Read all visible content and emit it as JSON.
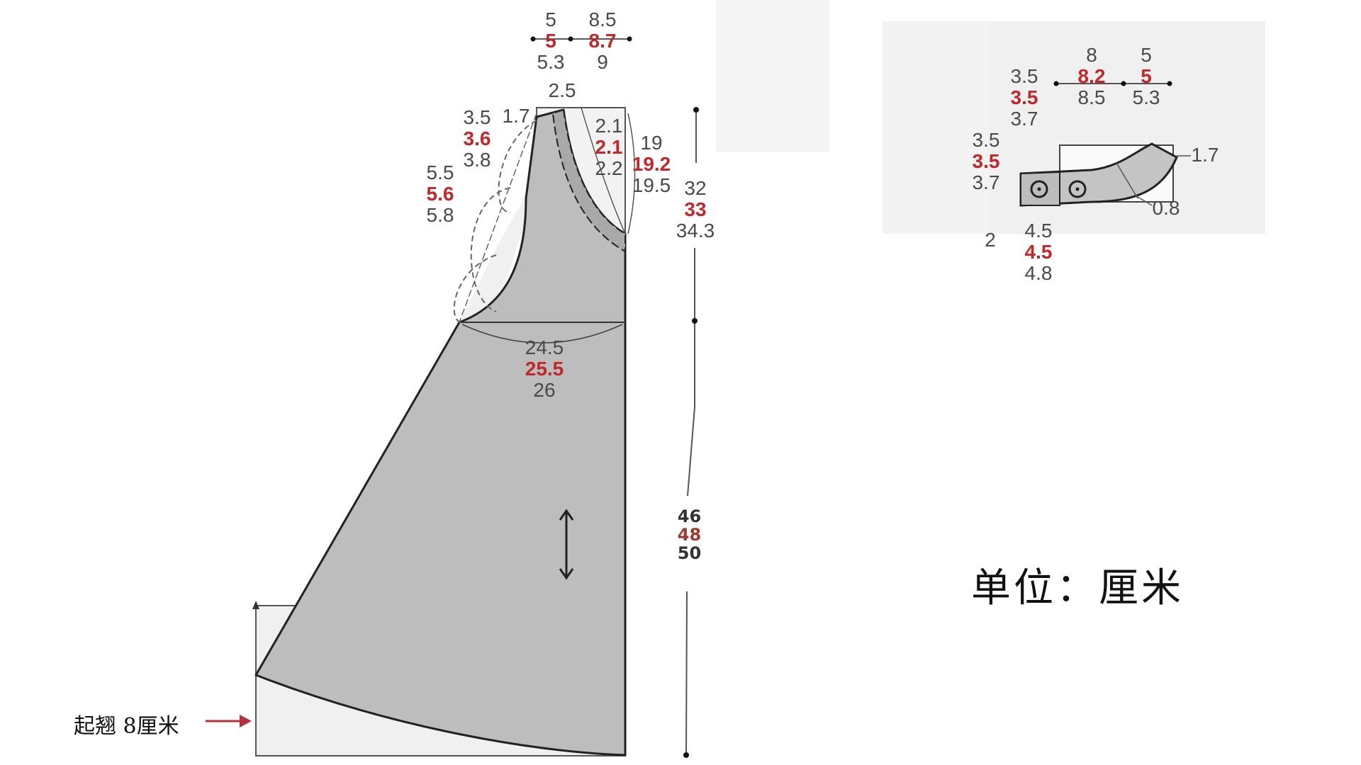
{
  "diagram": {
    "type": "sewing-pattern",
    "title": "Dress front bodice/skirt pattern with facing piece",
    "unit_label": "单位：厘米",
    "flare_note": "起翘 8厘米",
    "colors": {
      "piece_fill": "#bdbdbd",
      "background_patch": "#efefef",
      "highlight_size": "#c0282c",
      "note_arrow": "#b5303a",
      "outline": "#2a2a2a"
    },
    "sizes_note": "Each measurement stack lists three sizes; the middle (red) value is the highlighted size",
    "main_piece": {
      "shoulder_top": {
        "neck_width": {
          "s": "5",
          "m": "5",
          "l": "5.3"
        },
        "shoulder_width": {
          "s": "8.5",
          "m": "8.7",
          "l": "9"
        }
      },
      "shoulder_drop": "2.5",
      "shoulder_offset": "1.7",
      "armhole_upper": {
        "s": "3.5",
        "m": "3.6",
        "l": "3.8"
      },
      "armhole_lower": {
        "s": "5.5",
        "m": "5.6",
        "l": "5.8"
      },
      "neckline_offset": {
        "s": "2.1",
        "m": "2.1",
        "l": "2.2"
      },
      "neckline_depth": {
        "s": "19",
        "m": "19.2",
        "l": "19.5"
      },
      "bodice_length": {
        "s": "32",
        "m": "33",
        "l": "34.3"
      },
      "bust_width": {
        "s": "24.5",
        "m": "25.5",
        "l": "26"
      },
      "skirt_length": {
        "s": "46",
        "m": "48",
        "l": "50"
      },
      "grainline": "double-arrow-icon"
    },
    "facing_piece": {
      "top_widths": {
        "left": {
          "s": "8",
          "m": "8.2",
          "l": "8.5"
        },
        "right": {
          "s": "5",
          "m": "5",
          "l": "5.3"
        }
      },
      "left_height": {
        "s": "3.5",
        "m": "3.5",
        "l": "3.7"
      },
      "tab_height": {
        "s": "3.5",
        "m": "3.5",
        "l": "3.7"
      },
      "right_drop": "1.7",
      "seam": "0.8",
      "button_spacing": "2",
      "tab_width": {
        "s": "4.5",
        "m": "4.5",
        "l": "4.8"
      }
    }
  }
}
